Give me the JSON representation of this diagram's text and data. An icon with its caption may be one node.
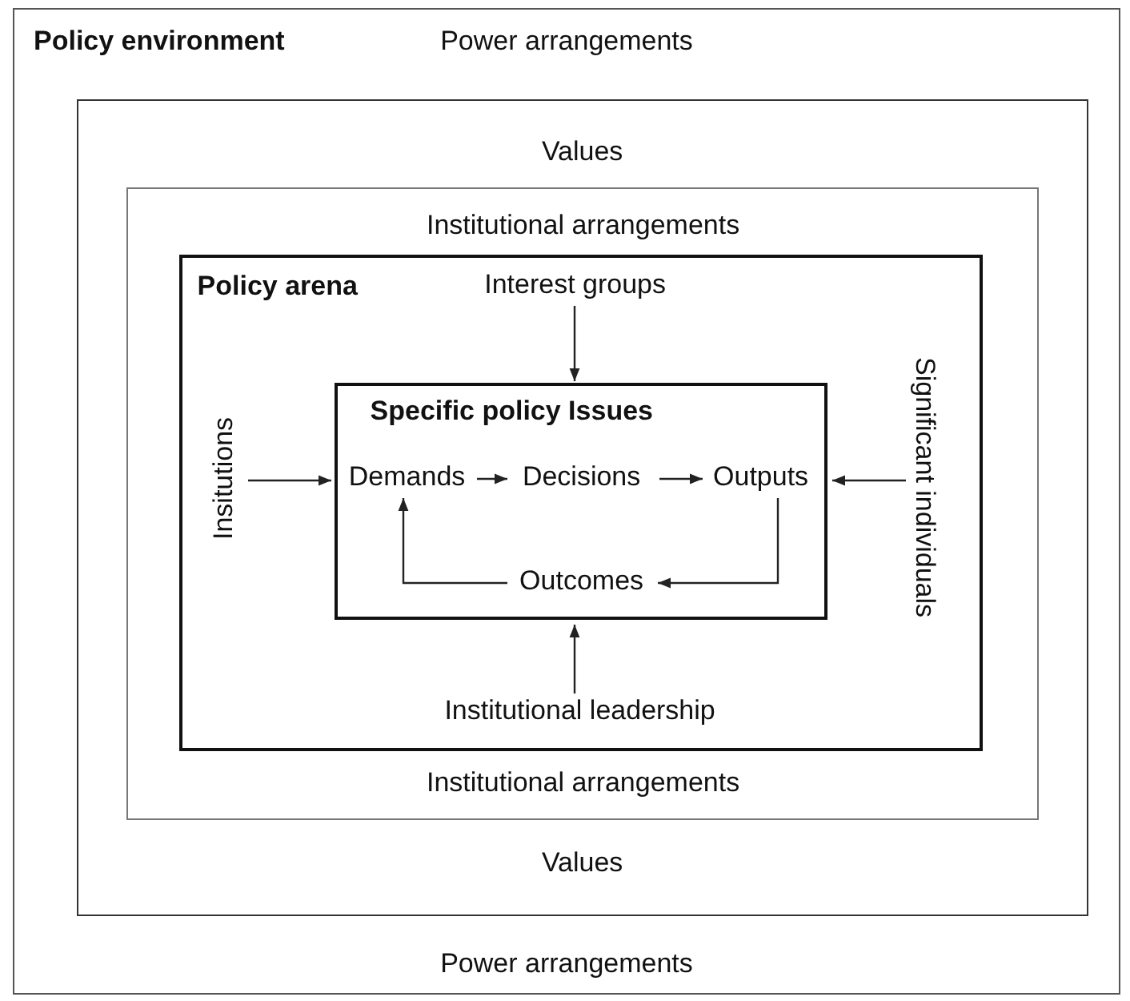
{
  "diagram": {
    "nodes": [
      {
        "text": [
          "Policy environment",
          "Power arrangements",
          "Power arrangements"
        ]
      },
      {
        "text": [
          "Values",
          "Values"
        ],
        "in": 0
      },
      {
        "text": [
          "Institutional arrangements",
          "Institutional arrangements"
        ],
        "in": 1
      },
      {
        "text": [
          "Policy arena"
        ],
        "in": 2
      },
      {
        "text": [
          "Interest groups"
        ],
        "in": 3
      },
      {
        "text": [
          "Insitutions"
        ],
        "in": 3
      },
      {
        "text": [
          "Significant individuals"
        ],
        "in": 3
      },
      {
        "text": [
          "Institutional leadership"
        ],
        "in": 3
      },
      {
        "text": [
          "Specific policy Issues"
        ],
        "in": 3
      },
      {
        "text": [
          "Demands"
        ],
        "in": 8
      },
      {
        "text": [
          "Decisions"
        ],
        "in": 8
      },
      {
        "text": [
          "Outputs"
        ],
        "in": 8
      },
      {
        "text": [
          "Outcomes"
        ],
        "in": 8
      }
    ],
    "edges": [
      {
        "from": 4,
        "to": 8,
        "arrow": "to"
      },
      {
        "from": 5,
        "to": 8,
        "arrow": "to"
      },
      {
        "from": 6,
        "to": 8,
        "arrow": "to"
      },
      {
        "from": 7,
        "to": 8,
        "arrow": "to"
      },
      {
        "from": 9,
        "to": 10,
        "arrow": "to"
      },
      {
        "from": 10,
        "to": 11,
        "arrow": "to"
      },
      {
        "from": 11,
        "to": 12,
        "arrow": "to"
      },
      {
        "from": 12,
        "to": 9,
        "arrow": "to"
      }
    ]
  }
}
